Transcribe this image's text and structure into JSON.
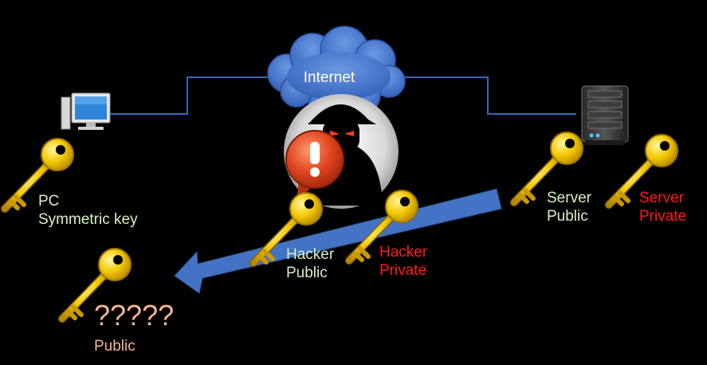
{
  "cloud": {
    "label": "Internet"
  },
  "pc_key": {
    "line1": "PC",
    "line2": "Symmetric key"
  },
  "server_public": {
    "line1": "Server",
    "line2": "Public"
  },
  "server_private": {
    "line1": "Server",
    "line2": "Private"
  },
  "hacker_public": {
    "line1": "Hacker",
    "line2": "Public"
  },
  "hacker_private": {
    "line1": "Hacker",
    "line2": "Private"
  },
  "unknown_key": {
    "marks": "?????",
    "label": "Public"
  },
  "colors": {
    "background": "#000000",
    "line": "#3a66b8",
    "cloud": "#3f74cd",
    "arrow": "#4472c4",
    "key_gold": "#f3c800",
    "label_green": "#d6f1c6",
    "label_red": "#ff1a1a",
    "label_peach": "#f7b58d",
    "alert": "#e0431e"
  },
  "icons": [
    "desktop-computer-icon",
    "server-icon",
    "hacker-icon",
    "alert-icon",
    "key-icon"
  ]
}
